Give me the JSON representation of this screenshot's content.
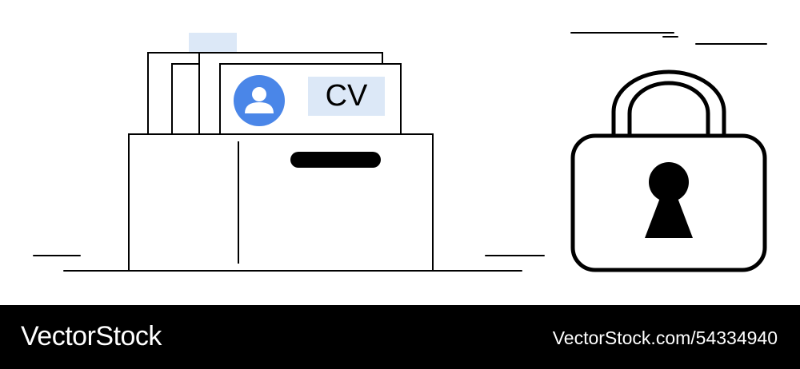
{
  "document_card": {
    "label": "CV"
  },
  "footer": {
    "brand": "VectorStock",
    "image_id": "VectorStock.com/54334940"
  },
  "icons": {
    "avatar": "user-avatar-icon",
    "lock": "padlock-icon",
    "keyhole": "keyhole-icon"
  },
  "colors": {
    "accent_blue": "#4a86e8",
    "label_highlight": "#dce8f7",
    "tab_highlight": "#dce8f7",
    "ink": "#000000",
    "footer_background": "#000000",
    "footer_text": "#ffffff"
  }
}
